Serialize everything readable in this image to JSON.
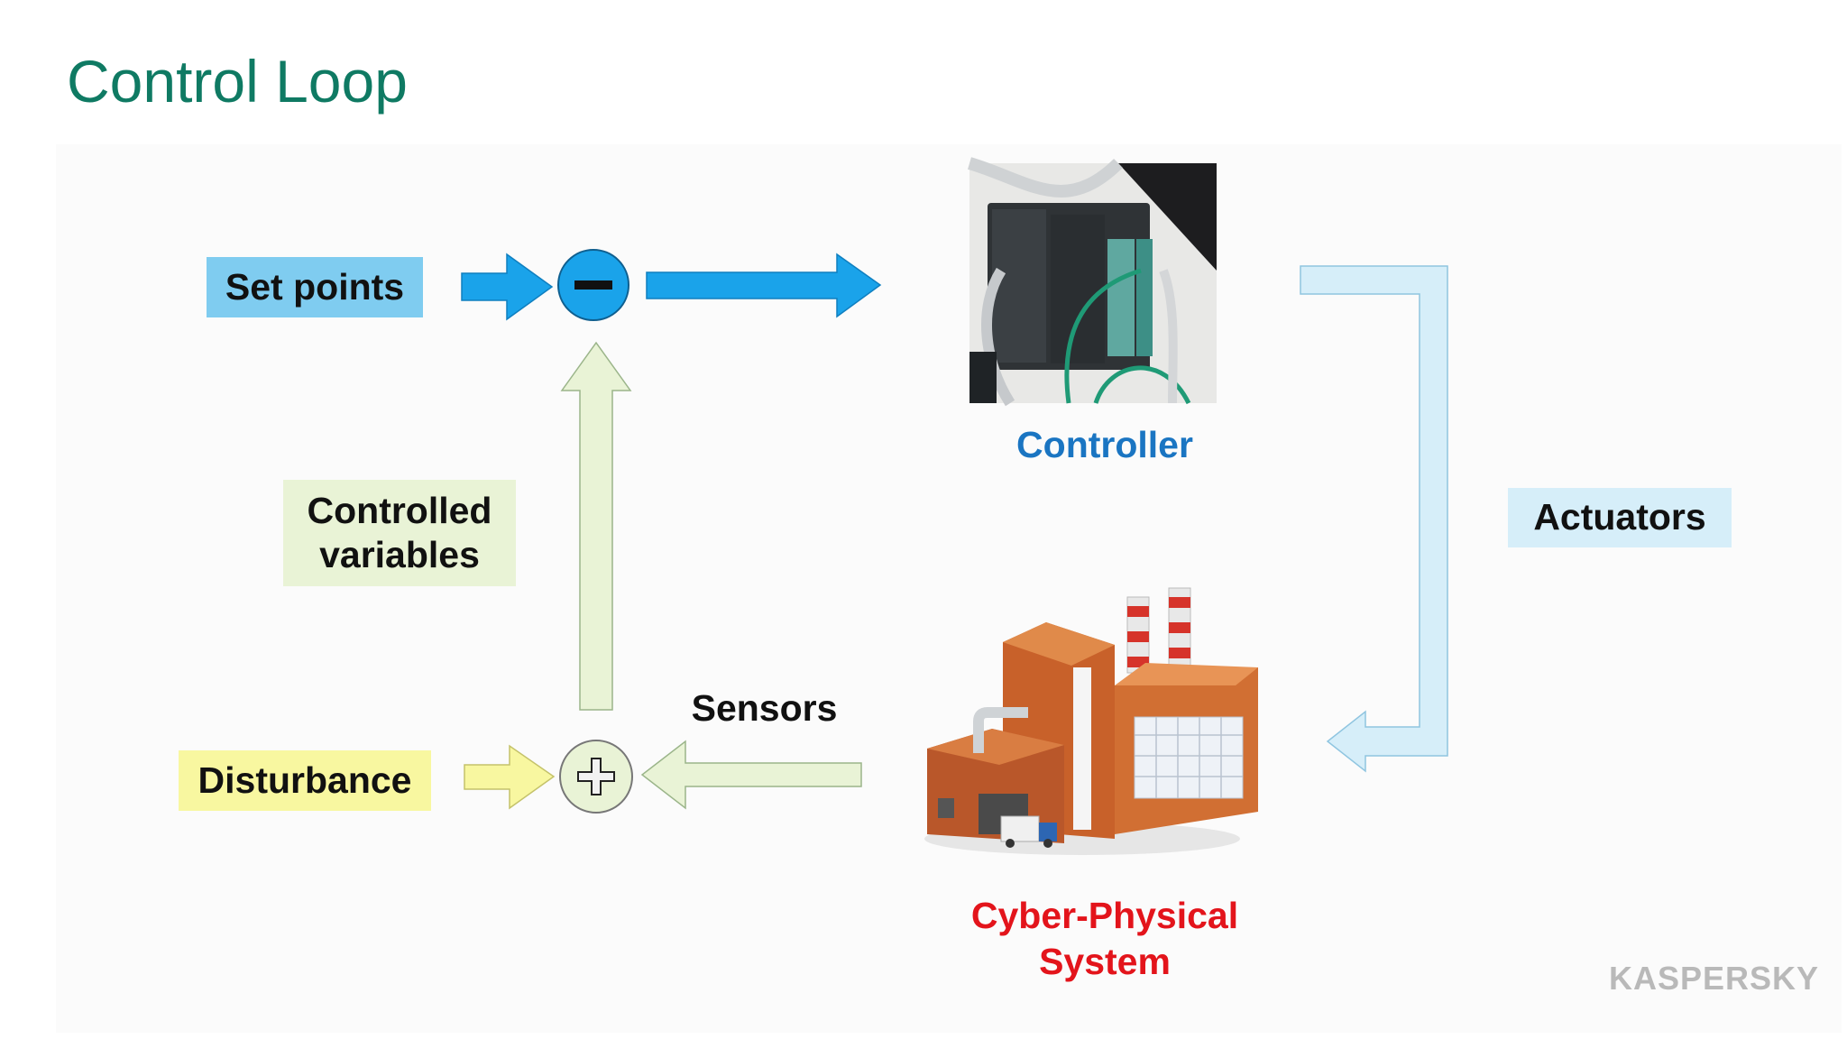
{
  "title": "Control Loop",
  "labels": {
    "set_points": "Set points",
    "controlled_variables": "Controlled variables",
    "disturbance": "Disturbance",
    "sensors": "Sensors",
    "controller": "Controller",
    "actuators": "Actuators",
    "cyber_physical_system": "Cyber-Physical System"
  },
  "symbols": {
    "minus": "minus-junction-icon",
    "plus": "plus-junction-icon"
  },
  "logo": "KASPERSKY",
  "colors": {
    "title": "#0f7a63",
    "set_points_bg": "#7fccf0",
    "arrow_blue": "#1aa3ea",
    "arrow_green": "#e9f3d6",
    "arrow_yellow": "#f8f7a0",
    "arrow_light_blue": "#d6eef9",
    "controller_text": "#1a75c2",
    "cps_text": "#e3141b"
  }
}
